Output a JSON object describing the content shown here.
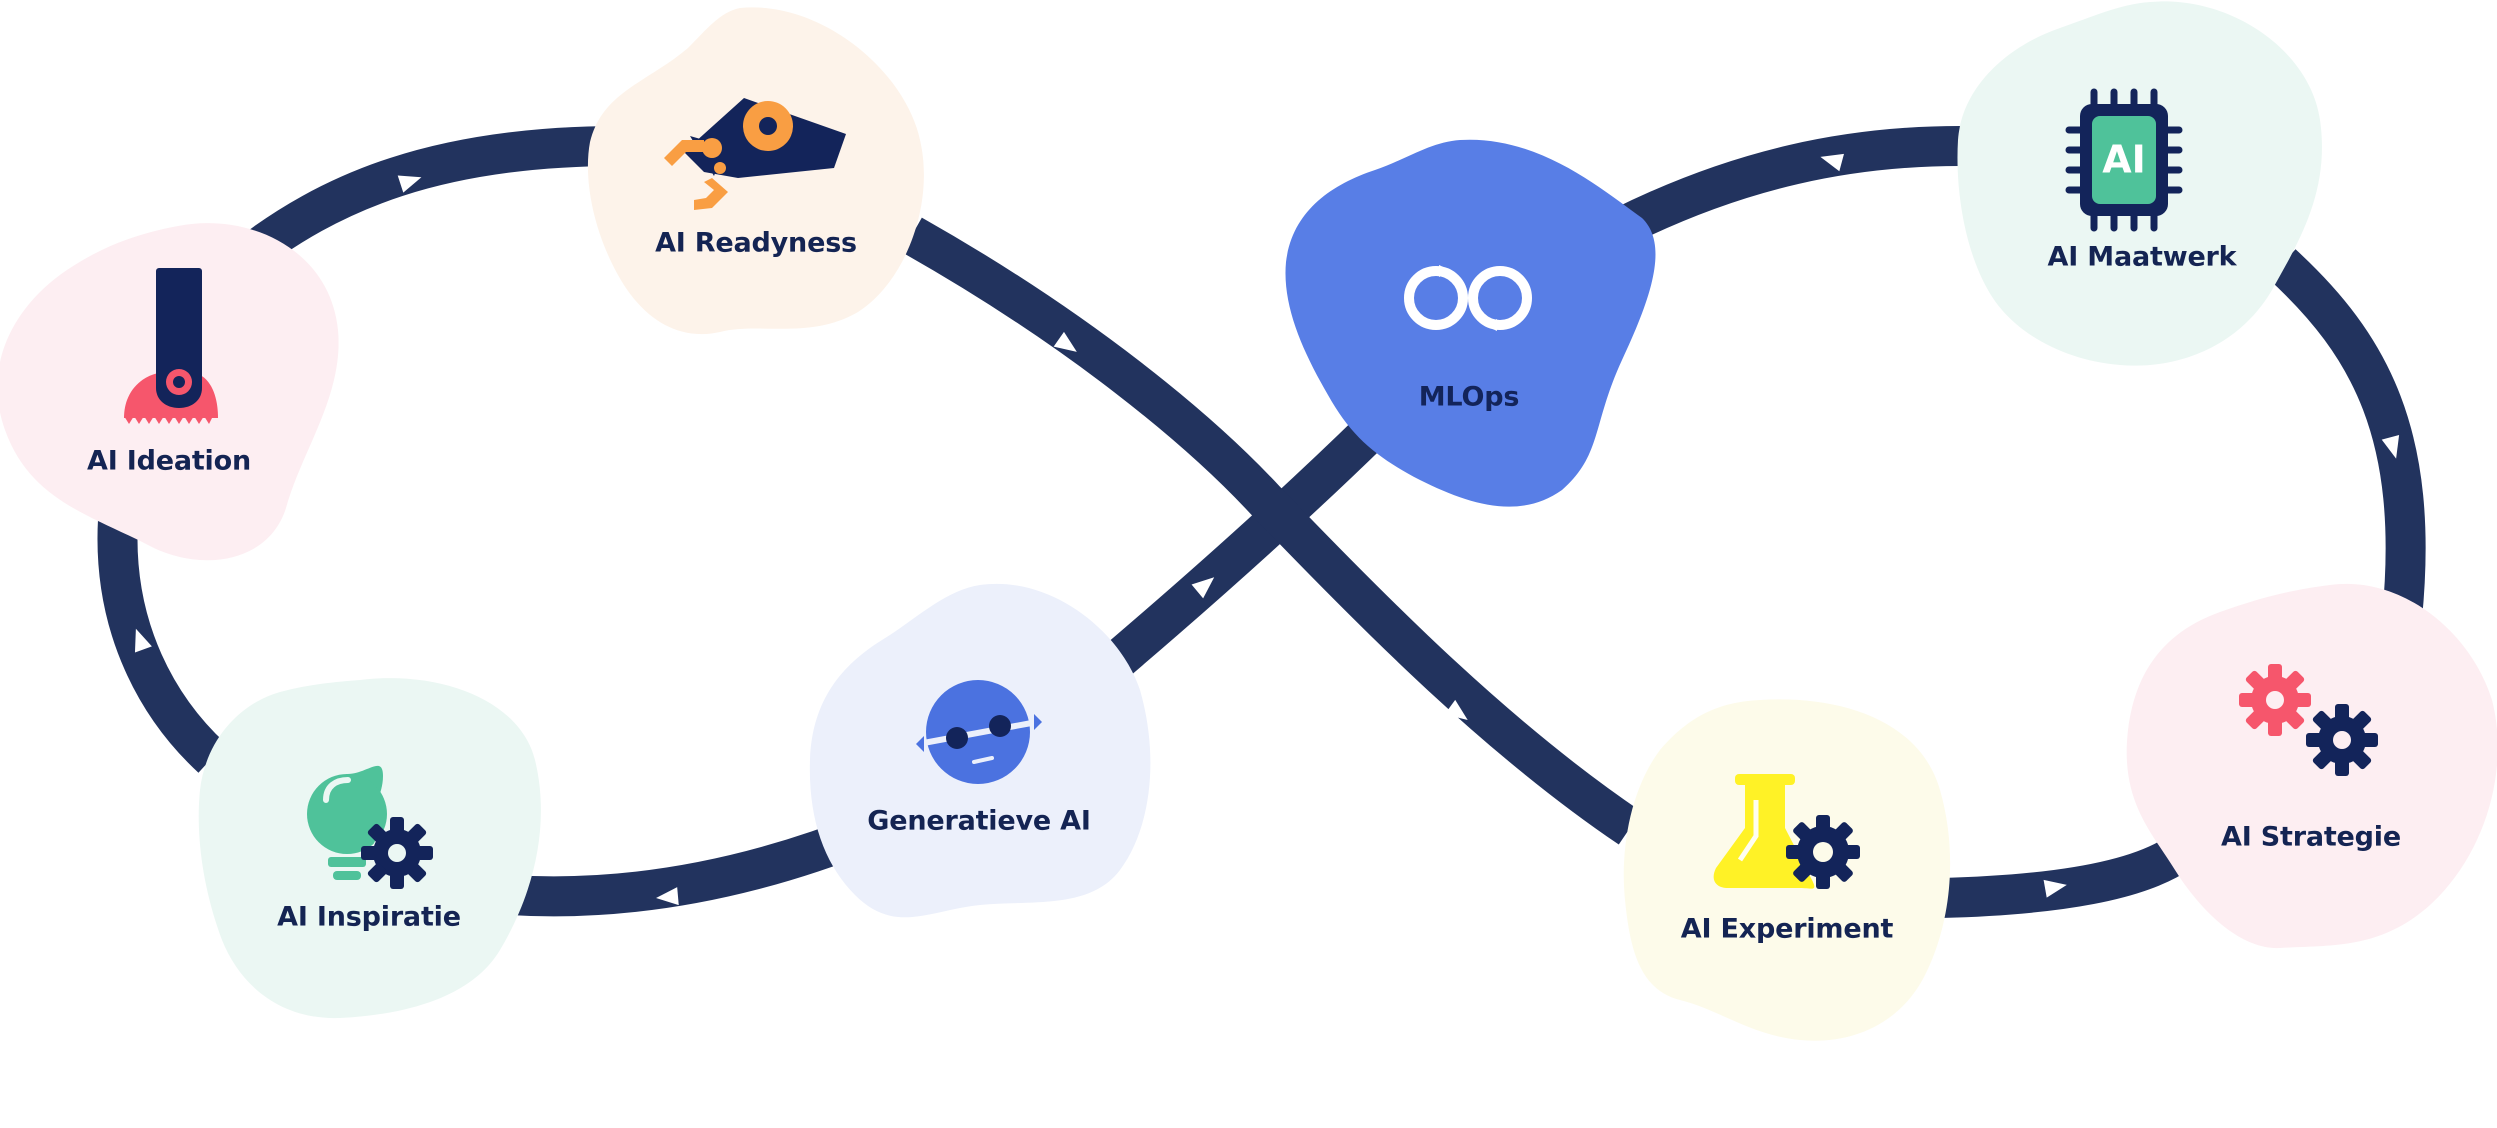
{
  "colors": {
    "track": "#22335e",
    "navy": "#13245a",
    "arrow": "#ffffff",
    "label": "#142453",
    "mlops_label": "#13245a"
  },
  "nodes": [
    {
      "id": "ai-ideation",
      "label": "AI Ideation",
      "icon": "robot-mop-icon",
      "blob_color": "#fdeef2"
    },
    {
      "id": "ai-readyness",
      "label": "AI Readyness",
      "icon": "robot-arm-icon",
      "blob_color": "#fdf3ea"
    },
    {
      "id": "mlops",
      "label": "MLOps",
      "icon": "infinity-loop-icon",
      "blob_color": "#587ee6"
    },
    {
      "id": "ai-maatwerk",
      "label": "AI Maatwerk",
      "icon": "ai-chip-icon",
      "blob_color": "#ebf7f3"
    },
    {
      "id": "ai-strategie",
      "label": "AI Strategie",
      "icon": "gears-icon",
      "blob_color": "#fdeef2"
    },
    {
      "id": "ai-experiment",
      "label": "AI Experiment",
      "icon": "flask-gear-icon",
      "blob_color": "#fdfbea"
    },
    {
      "id": "generatieve-ai",
      "label": "Generatieve AI",
      "icon": "robot-face-icon",
      "blob_color": "#ecf0fb"
    },
    {
      "id": "ai-inspiratie",
      "label": "AI Inspiratie",
      "icon": "lightbulb-gear-icon",
      "blob_color": "#ebf7f3"
    }
  ]
}
